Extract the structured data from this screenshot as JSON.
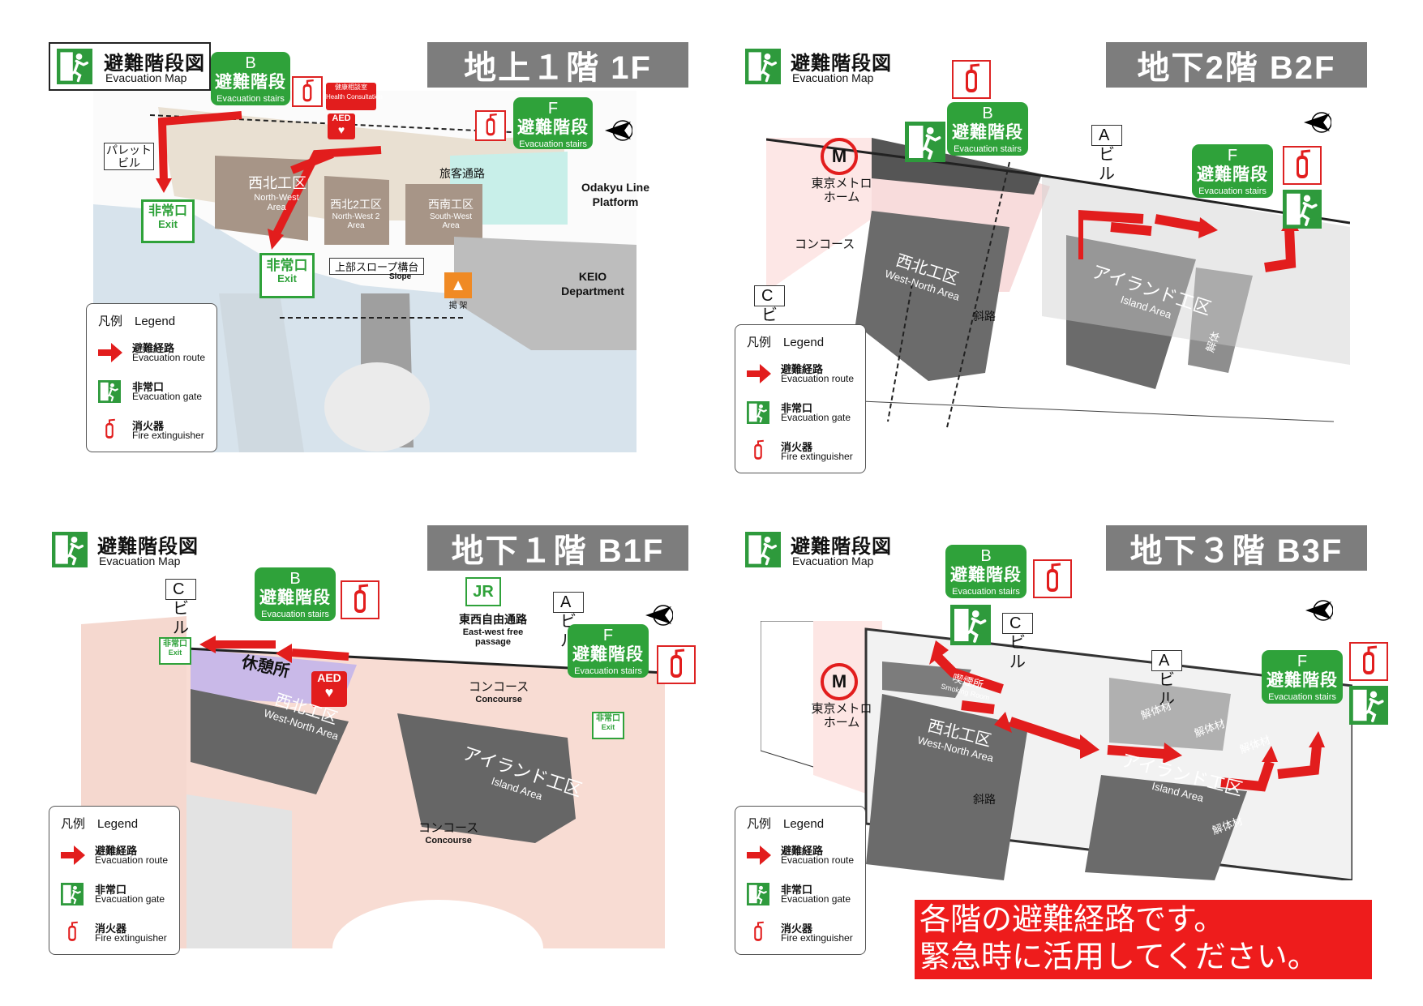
{
  "common": {
    "title_jp": "避難階段図",
    "title_en": "Evacuation Map",
    "stairs_jp": "避難階段",
    "stairs_en": "Evacuation stairs",
    "legend": {
      "head": "凡例　Legend",
      "route_jp": "避難経路",
      "route_en": "Evacuation route",
      "gate_jp": "非常口",
      "gate_en": "Evacuation gate",
      "ext_jp": "消火器",
      "ext_en": "Fire extinguisher"
    }
  },
  "floors": {
    "f1": {
      "banner": "地上１階 1F",
      "stair_b": "B",
      "stair_f": "F",
      "health_jp": "健康相談室",
      "health_en": "Health Consultation",
      "aed": "AED",
      "pallet": "パレット ビル",
      "traveler_passage": "旅客通路",
      "nw_jp": "西北工区",
      "nw_en": "North-West Area",
      "nw2_jp": "西北2工区",
      "nw2_en": "North-West 2 Area",
      "sw_jp": "西南工区",
      "sw_en": "South-West Area",
      "odakyu": "Odakyu Line Platform",
      "exit_jp": "非常口",
      "exit_en": "Exit",
      "slope_jp": "上部スロープ構台",
      "slope_en": "Slope",
      "keio": "KEIO Department",
      "scaffold": "掲 架"
    },
    "b2": {
      "banner": "地下2階 B2F",
      "stair_b": "B",
      "stair_f": "F",
      "a_bldg": "Aビル",
      "c_bldg": "Cビル",
      "metro_jp": "東京メトロ ホーム",
      "concourse": "コンコース",
      "nw_jp": "西北工区",
      "nw_en": "West-North Area",
      "island_jp": "アイランド工区",
      "island_en": "Island Area",
      "slope": "斜路",
      "dismantle": "解体"
    },
    "b1": {
      "banner": "地下１階 B1F",
      "stair_b": "B",
      "stair_f": "F",
      "a_bldg": "Aビル",
      "c_bldg": "Cビル",
      "jr": "JR",
      "ew_jp": "東西自由通路",
      "ew_en": "East-west free passage",
      "concourse_jp": "コンコース",
      "concourse_en": "Concourse",
      "rest": "休憩所",
      "aed": "AED",
      "nw_jp": "西北工区",
      "nw_en": "West-North Area",
      "island_jp": "アイランド工区",
      "island_en": "Island Area",
      "exit_jp": "非常口",
      "exit_en": "Exit"
    },
    "b3": {
      "banner": "地下３階 B3F",
      "stair_b": "B",
      "stair_f": "F",
      "a_bldg": "Aビル",
      "c_bldg": "Cビル",
      "metro_jp": "東京メトロ ホーム",
      "smoking_jp": "喫煙所",
      "smoking_en": "Smoking Room",
      "nw_jp": "西北工区",
      "nw_en": "West-North Area",
      "island_jp": "アイランド工区",
      "island_en": "Island Area",
      "slope": "斜路",
      "dismantle": "解体材"
    }
  },
  "notice": {
    "line1": "各階の避難経路です。",
    "line2": "緊急時に活用してください。"
  },
  "colors": {
    "green": "#2fa23a",
    "red": "#ee1c1c",
    "banner": "#7d7d7d",
    "area": "#6b6b6b"
  }
}
